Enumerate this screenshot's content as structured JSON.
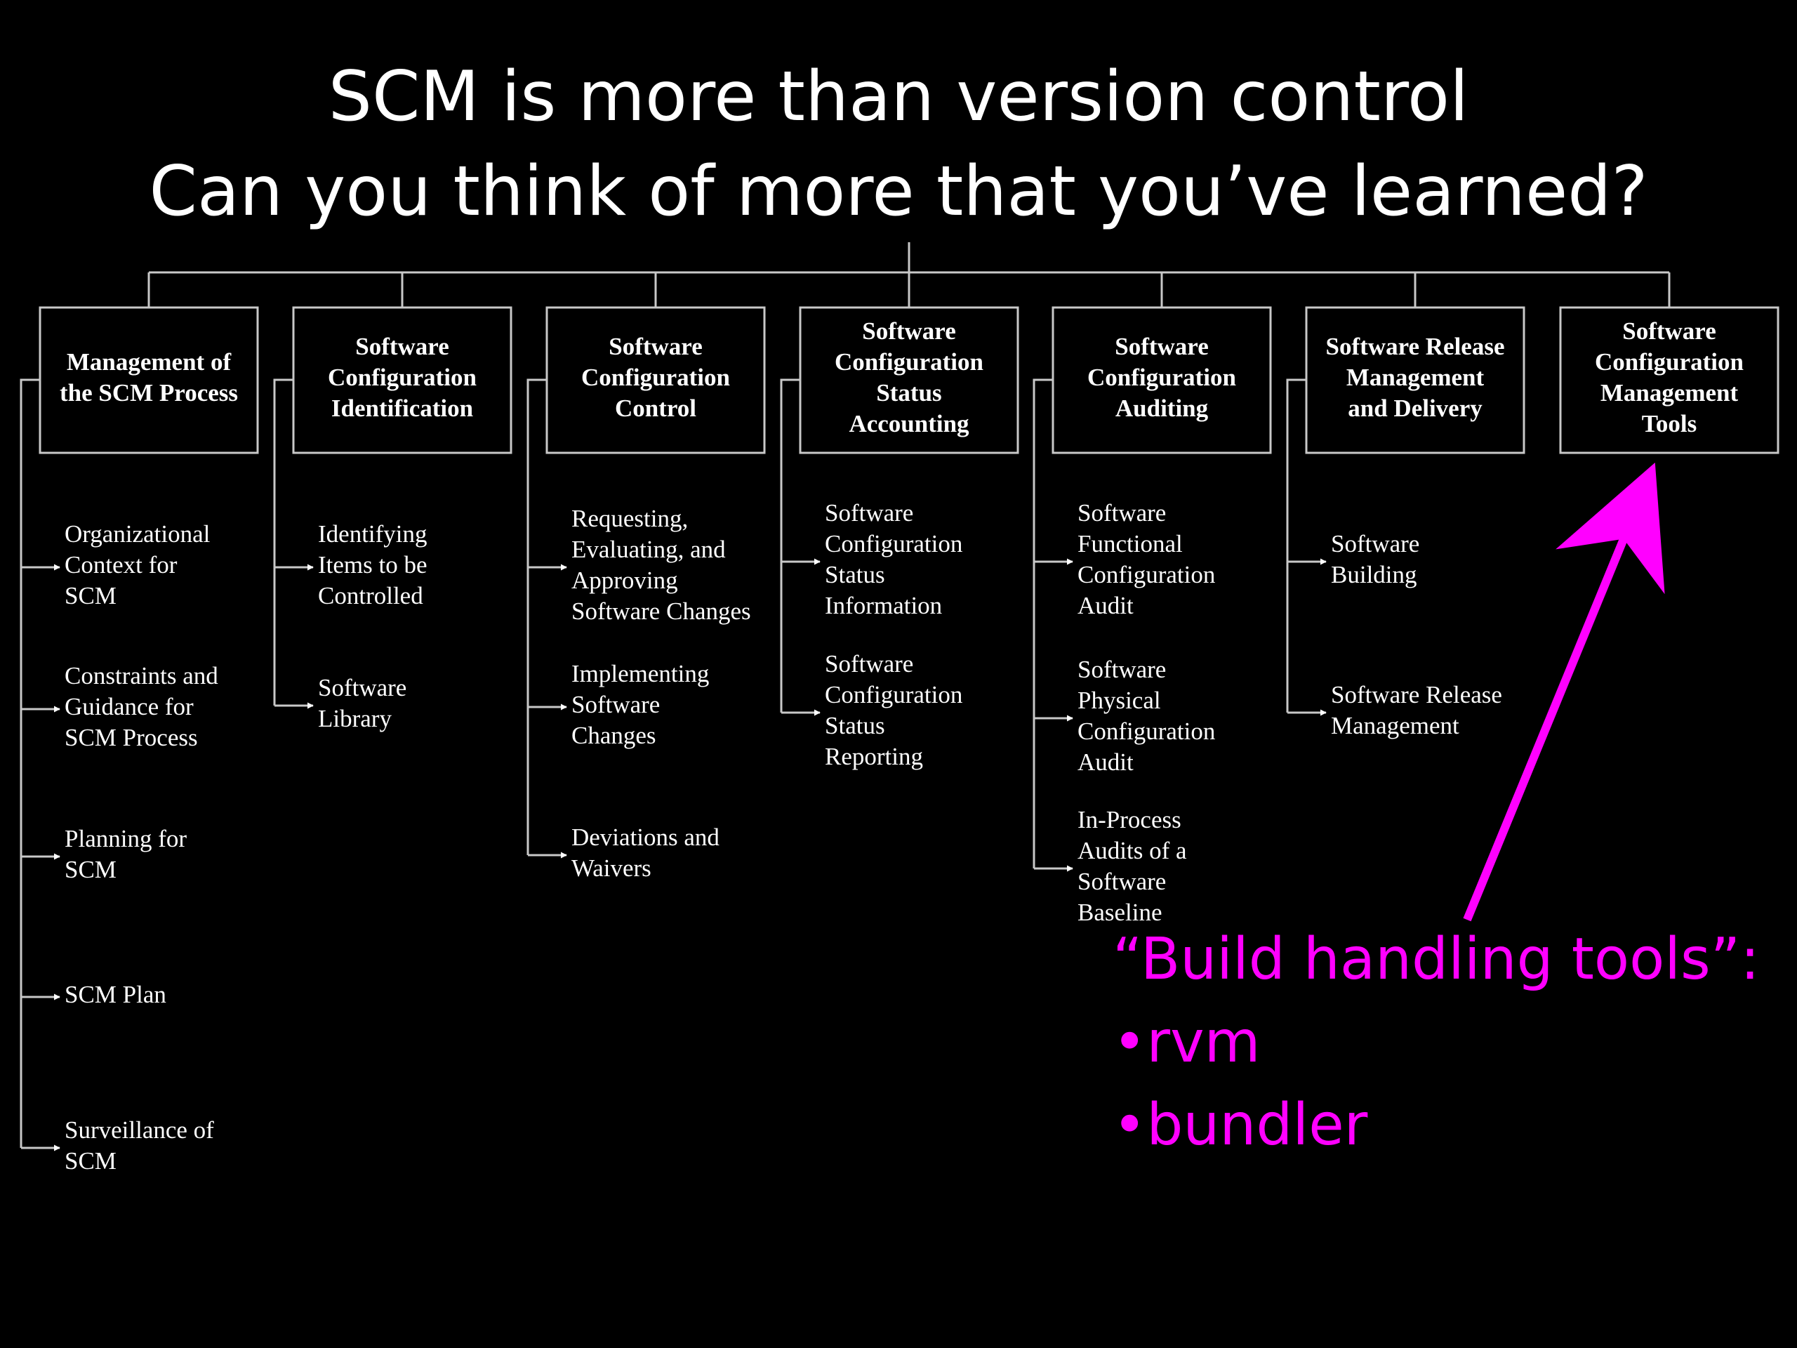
{
  "slide": {
    "title_line1": "SCM is more than version control",
    "title_line2": "Can you think of more that you’ve learned?"
  },
  "diagram": {
    "columns": [
      {
        "title": [
          "Management of",
          "the SCM Process"
        ],
        "items": [
          [
            "Organizational",
            "Context for",
            "SCM"
          ],
          [
            "Constraints and",
            "Guidance for",
            "SCM Process"
          ],
          [
            "Planning for",
            "SCM"
          ],
          [
            "SCM Plan"
          ],
          [
            "Surveillance of",
            "SCM"
          ]
        ]
      },
      {
        "title": [
          "Software",
          "Configuration",
          "Identification"
        ],
        "items": [
          [
            "Identifying",
            "Items to be",
            "Controlled"
          ],
          [
            "Software",
            "Library"
          ]
        ]
      },
      {
        "title": [
          "Software",
          "Configuration",
          "Control"
        ],
        "items": [
          [
            "Requesting,",
            "Evaluating, and",
            "Approving",
            "Software Changes"
          ],
          [
            "Implementing",
            "Software",
            "Changes"
          ],
          [
            "Deviations and",
            "Waivers"
          ]
        ]
      },
      {
        "title": [
          "Software",
          "Configuration",
          "Status",
          "Accounting"
        ],
        "items": [
          [
            "Software",
            "Configuration",
            "Status",
            "Information"
          ],
          [
            "Software",
            "Configuration",
            "Status",
            "Reporting"
          ]
        ]
      },
      {
        "title": [
          "Software",
          "Configuration",
          "Auditing"
        ],
        "items": [
          [
            "Software",
            "Functional",
            "Configuration",
            "Audit"
          ],
          [
            "Software",
            "Physical",
            "Configuration",
            "Audit"
          ],
          [
            "In-Process",
            "Audits of a",
            "Software",
            "Baseline"
          ]
        ]
      },
      {
        "title": [
          "Software Release",
          "Management",
          "and Delivery"
        ],
        "items": [
          [
            "Software",
            "Building"
          ],
          [
            "Software Release",
            "Management"
          ]
        ]
      },
      {
        "title": [
          "Software",
          "Configuration",
          "Management",
          "Tools"
        ],
        "items": []
      }
    ]
  },
  "annotation": {
    "heading": "“Build handling tools”:",
    "bullets": [
      "•rvm",
      "•bundler"
    ],
    "color": "#ff00ff"
  }
}
